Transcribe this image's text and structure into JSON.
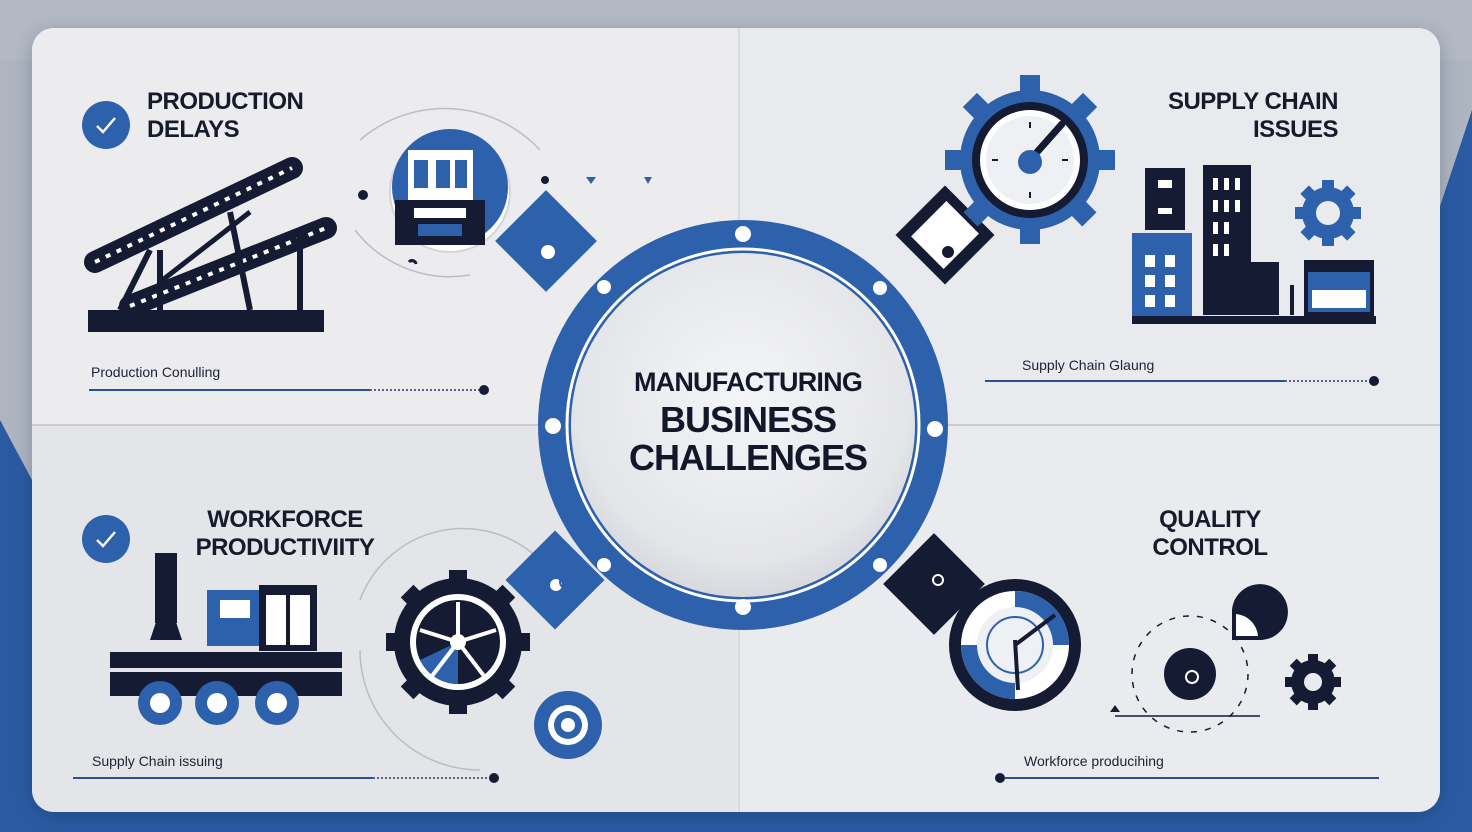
{
  "center": {
    "line1": "MANUFACTURING",
    "line2": "BUSINESS",
    "line3": "CHALLENGES"
  },
  "quadrants": {
    "top_left": {
      "title_line1": "PRODUCTION",
      "title_line2": "DELAYS",
      "caption": "Production Conulling",
      "progress": 0.72
    },
    "top_right": {
      "title_line1": "SUPPLY CHAIN",
      "title_line2": "ISSUES",
      "caption": "Supply Chain Glaung",
      "progress": 0.78
    },
    "bottom_left": {
      "title_line1": "WORKFORCE",
      "title_line2": "PRODUCTIVIITY",
      "caption": "Supply Chain issuing",
      "progress": 0.72
    },
    "bottom_right": {
      "title_line1": "QUALITY",
      "title_line2": "CONTROL",
      "caption": "Workforce producihing",
      "progress": 0.0
    }
  },
  "colors": {
    "accent_blue": "#2e61ac",
    "navy": "#151b33",
    "panel": "#ebecef"
  },
  "icons": [
    "checkmark-icon",
    "conveyor-icon",
    "gear-gauge-icon",
    "factory-icon",
    "truck-machine-icon",
    "wheel-gear-icon",
    "quality-dial-icon",
    "settings-gear-icon"
  ]
}
